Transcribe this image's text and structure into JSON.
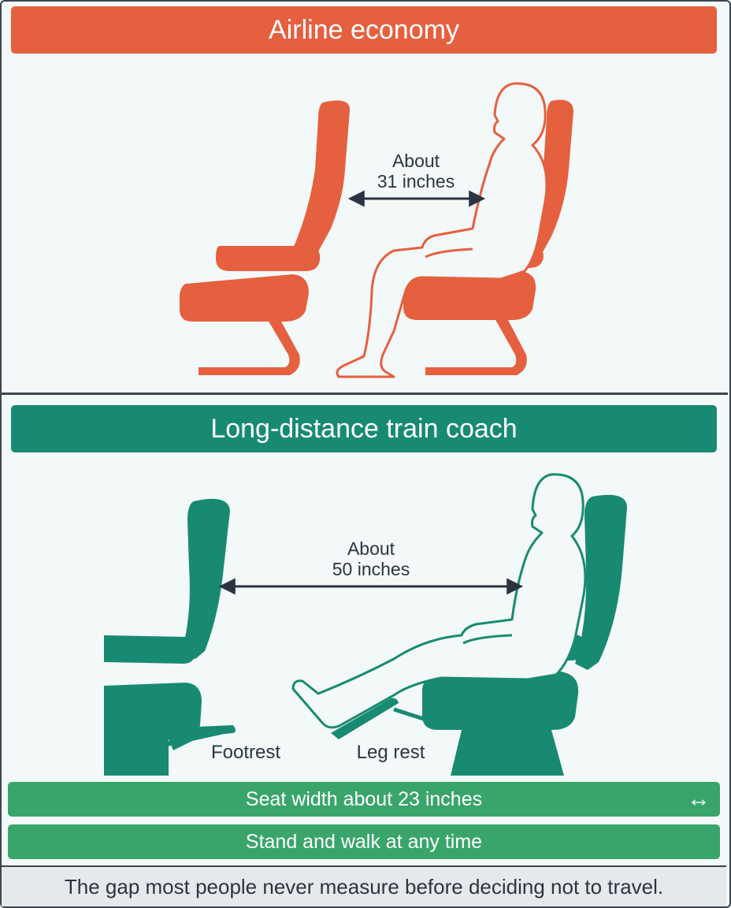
{
  "airline": {
    "title": "Airline economy",
    "gap_line1": "About",
    "gap_line2": "31 inches",
    "color": "#e5603f"
  },
  "train": {
    "title": "Long-distance train coach",
    "gap_line1": "About",
    "gap_line2": "50 inches",
    "footrest_label": "Footrest",
    "legrest_label": "Leg rest",
    "color": "#188a72"
  },
  "bars": {
    "width_label": "Seat width about 23 inches",
    "width_icon": "↔",
    "walk_label": "Stand and walk at any time",
    "color": "#3aa56b"
  },
  "footer": {
    "caption": "The gap most people never measure before deciding not to travel."
  }
}
